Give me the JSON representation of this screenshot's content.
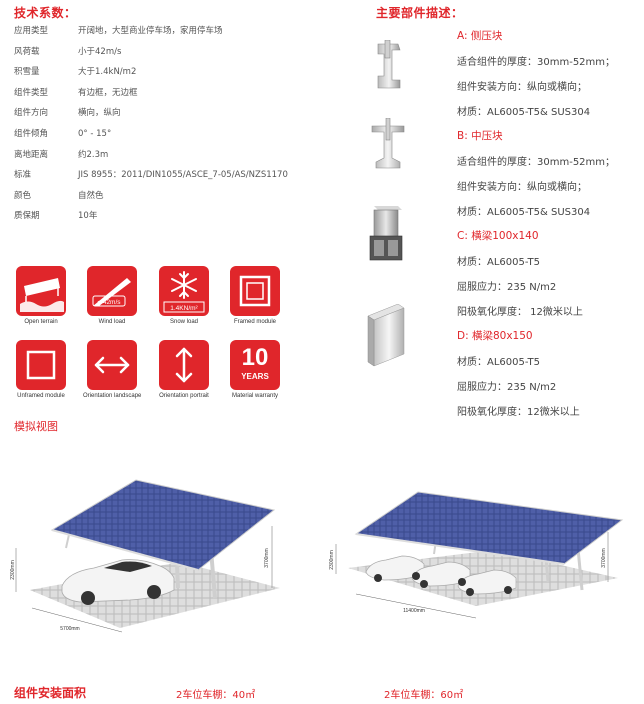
{
  "tech": {
    "title": "技术系数：",
    "rows": [
      {
        "k": "应用类型",
        "v": "开阔地，大型商业停车场，家用停车场"
      },
      {
        "k": "风荷载",
        "v": "小于42m/s"
      },
      {
        "k": "积雪量",
        "v": "大于1.4kN/m2"
      },
      {
        "k": "组件类型",
        "v": "有边框，无边框"
      },
      {
        "k": "组件方向",
        "v": "横向，纵向"
      },
      {
        "k": "组件倾角",
        "v": "0° - 15°"
      },
      {
        "k": "离地距离",
        "v": "约2.3m"
      },
      {
        "k": "标准",
        "v": "JIS 8955：2011/DIN1055/ASCE_7-05/AS/NZS1170"
      },
      {
        "k": "颜色",
        "v": "自然色"
      },
      {
        "k": "质保期",
        "v": "10年"
      }
    ]
  },
  "features": [
    {
      "label": "Open terrain",
      "icon": "open-terrain-icon"
    },
    {
      "label": "Wind load",
      "icon": "wind-load-icon",
      "badge": "≤ 42m/s"
    },
    {
      "label": "Snow load",
      "icon": "snow-load-icon",
      "badge": "1.4KN/m²"
    },
    {
      "label": "Framed module",
      "icon": "framed-module-icon"
    },
    {
      "label": "Unframed module",
      "icon": "unframed-module-icon"
    },
    {
      "label": "Orientation landscape",
      "icon": "orientation-landscape-icon"
    },
    {
      "label": "Orientation portrait",
      "icon": "orientation-portrait-icon"
    },
    {
      "label": "Material warranty",
      "icon": "material-warranty-icon",
      "big": "10",
      "small": "YEARS"
    }
  ],
  "parts": {
    "title": "主要部件描述：",
    "items": [
      {
        "head": "A: 侧压块",
        "lines": [
          "适合组件的厚度：30mm-52mm；",
          "组件安装方向：纵向或横向；",
          "材质：AL6005-T5& SUS304"
        ]
      },
      {
        "head": "B: 中压块",
        "lines": [
          "适合组件的厚度：30mm-52mm；",
          "组件安装方向：纵向或横向；",
          "材质：AL6005-T5& SUS304"
        ]
      },
      {
        "head": "C: 横梁100x140",
        "lines": [
          "材质：AL6005-T5",
          "屈服应力：235 N/m2",
          "阳极氧化厚度： 12微米以上"
        ]
      },
      {
        "head": "D: 横梁80x150",
        "lines": [
          "材质：AL6005-T5",
          "屈服应力：235 N/m2",
          "阳极氧化厚度：12微米以上"
        ]
      }
    ]
  },
  "simulation": {
    "title": "模拟视图",
    "left_dims": {
      "width": "5700mm",
      "height_low": "2300mm",
      "height_high": "3700mm"
    },
    "right_dims": {
      "width": "11400mm",
      "height_low": "2300mm",
      "height_high": "3700mm"
    }
  },
  "area": {
    "title": "组件安装面积",
    "left": "2车位车棚：40㎡",
    "right": "2车位车棚：60㎡"
  }
}
